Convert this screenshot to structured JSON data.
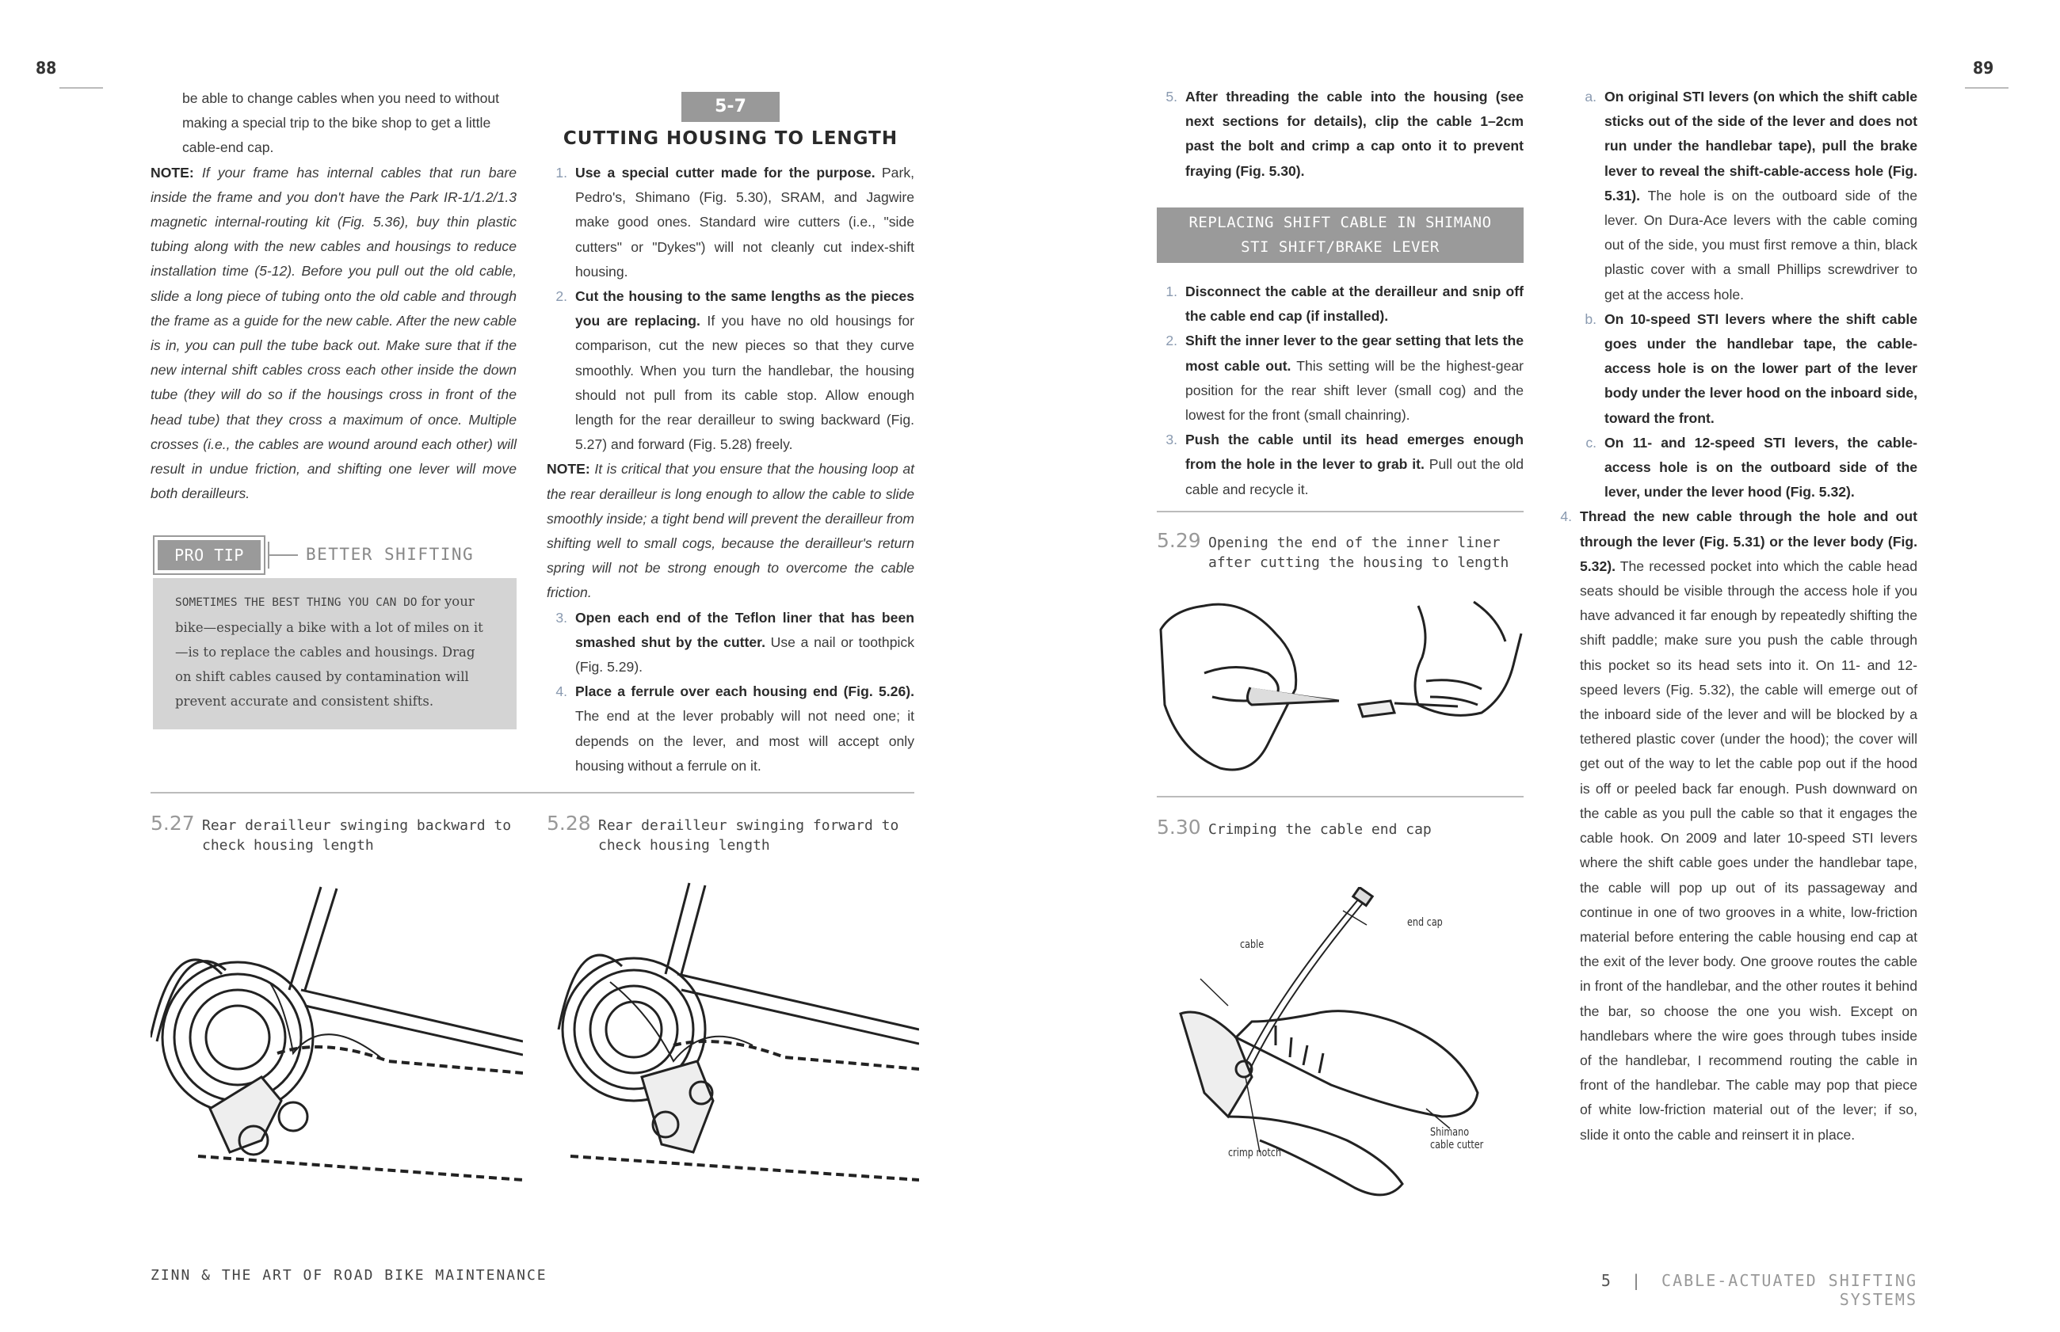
{
  "left_page": {
    "page_number": "88",
    "col1": {
      "cont_lines": [
        "be able to change cables when you need to without",
        "making a special trip to the bike shop to get a little",
        "cable-end cap."
      ],
      "note_label": "NOTE:",
      "note_text": " If your frame has internal cables that run bare inside the frame and you don't have the Park IR-1/1.2/1.3 magnetic internal-routing kit (Fig. 5.36), buy thin plastic tubing along with the new cables and housings to reduce installation time (5-12). Before you pull out the old cable, slide a long piece of tubing onto the old cable and through the frame as a guide for the new cable. After the new cable is in, you can pull the tube back out. Make sure that if the new internal shift cables cross each other inside the down tube (they will do so if the housings cross in front of the head tube) that they cross a maximum of once. Multiple crosses (i.e., the cables are wound around each other) will result in undue friction, and shifting one lever will move both derailleurs.",
      "pro_tip": {
        "tag": "PRO TIP",
        "title": "BETTER SHIFTING",
        "lead": "SOMETIMES THE BEST THING YOU CAN DO",
        "text": " for your bike—especially a bike with a lot of miles on it—is to replace the cables and housings. Drag on shift cables caused by contamination will prevent accurate and consistent shifts."
      }
    },
    "col2": {
      "section_tag": "5-7",
      "section_title": "CUTTING HOUSING TO LENGTH",
      "items": [
        {
          "n": "1.",
          "bold": "Use a special cutter made for the purpose.",
          "text": " Park, Pedro's, Shimano (Fig. 5.30), SRAM, and Jagwire make good ones. Standard wire cutters (i.e., \"side cutters\" or \"Dykes\") will not cleanly cut index-shift housing."
        },
        {
          "n": "2.",
          "bold": "Cut the housing to the same lengths as the pieces you are replacing.",
          "text": " If you have no old housings for comparison, cut the new pieces so that they curve smoothly. When you turn the handlebar, the housing should not pull from its cable stop. Allow enough length for the rear derailleur to swing backward (Fig. 5.27) and forward (Fig. 5.28) freely."
        }
      ],
      "note_label": "NOTE:",
      "note_text": " It is critical that you ensure that the housing loop at the rear derailleur is long enough to allow the cable to slide smoothly inside; a tight bend will prevent the derailleur from shifting well to small cogs, because the derailleur's return spring will not be strong enough to overcome the cable friction.",
      "items2": [
        {
          "n": "3.",
          "bold": "Open each end of the Teflon liner that has been smashed shut by the cutter.",
          "text": " Use a nail or toothpick (Fig. 5.29)."
        },
        {
          "n": "4.",
          "bold": "Place a ferrule over each housing end (Fig. 5.26).",
          "text": " The end at the lever probably will not need one; it depends on the lever, and most will accept only housing without a ferrule on it."
        }
      ]
    },
    "fig_527": {
      "num": "5.27",
      "caption": "Rear derailleur swinging backward to check housing length"
    },
    "fig_528": {
      "num": "5.28",
      "caption": "Rear derailleur swinging forward to check housing length"
    },
    "footer": "ZINN & THE ART OF ROAD BIKE MAINTENANCE"
  },
  "right_page": {
    "page_number": "89",
    "col3": {
      "item5": {
        "n": "5.",
        "bold": "After threading the cable into the housing (see next sections for details), clip the cable 1–2cm past the bolt and crimp a cap onto it to prevent fraying (Fig. 5.30)."
      },
      "header_line1": "REPLACING SHIFT CABLE IN SHIMANO",
      "header_line2": "STI SHIFT/BRAKE LEVER",
      "items": [
        {
          "n": "1.",
          "bold": "Disconnect the cable at the derailleur and snip off the cable end cap (if installed).",
          "text": ""
        },
        {
          "n": "2.",
          "bold": "Shift the inner lever to the gear setting that lets the most cable out.",
          "text": " This setting will be the highest-gear position for the rear shift lever (small cog) and the lowest for the front (small chainring)."
        },
        {
          "n": "3.",
          "bold": "Push the cable until its head emerges enough from the hole in the lever to grab it.",
          "text": " Pull out the old cable and recycle it."
        }
      ],
      "fig_529": {
        "num": "5.29",
        "caption": "Opening the end of the inner liner after cutting the housing to length"
      },
      "fig_530": {
        "num": "5.30",
        "caption": "Crimping the cable end cap",
        "labels": {
          "end_cap": "end cap",
          "cable": "cable",
          "crimp": "crimp notch",
          "cutter": "Shimano cable cutter"
        }
      }
    },
    "col4": {
      "subitems": [
        {
          "n": "a.",
          "bold": "On original STI levers (on which the shift cable sticks out of the side of the lever and does not run under the handlebar tape), pull the brake lever to reveal the shift-cable-access hole (Fig. 5.31).",
          "text": " The hole is on the outboard side of the lever. On Dura-Ace levers with the cable coming out of the side, you must first remove a thin, black plastic cover with a small Phillips screwdriver to get at the access hole."
        },
        {
          "n": "b.",
          "bold": "On 10-speed STI levers where the shift cable goes under the handlebar tape, the cable-access hole is on the lower part of the lever body under the lever hood on the inboard side, toward the front.",
          "text": ""
        },
        {
          "n": "c.",
          "bold": "On 11- and 12-speed STI levers, the cable-access hole is on the outboard side of the lever, under the lever hood (Fig. 5.32).",
          "text": ""
        }
      ],
      "item4": {
        "n": "4.",
        "bold": "Thread the new cable through the hole and out through the lever (Fig. 5.31) or the lever body (Fig. 5.32).",
        "text": " The recessed pocket into which the cable head seats should be visible through the access hole if you have advanced it far enough by repeatedly shifting the shift paddle; make sure you push the cable through this pocket so its head sets into it. On 11- and 12-speed levers (Fig. 5.32), the cable will emerge out of the inboard side of the lever and will be blocked by a tethered plastic cover (under the hood); the cover will get out of the way to let the cable pop out if the hood is off or peeled back far enough. Push downward on the cable as you pull the cable so that it engages the cable hook. On 2009 and later 10-speed STI levers where the shift cable goes under the handlebar tape, the cable will pop up out of its passageway and continue in one of two grooves in a white, low-friction material before entering the cable housing end cap at the exit of the lever body. One groove routes the cable in front of the handlebar, and the other routes it behind the bar, so choose the one you wish. Except on handlebars where the wire goes through tubes inside of the handlebar, I recommend routing the cable in front of the handlebar. The cable may pop that piece of white low-friction material out of the lever; if so, slide it onto the cable and reinsert it in place."
      }
    },
    "footer_num": "5",
    "footer_sep": "|",
    "footer_title": "CABLE-ACTUATED SHIFTING SYSTEMS"
  }
}
